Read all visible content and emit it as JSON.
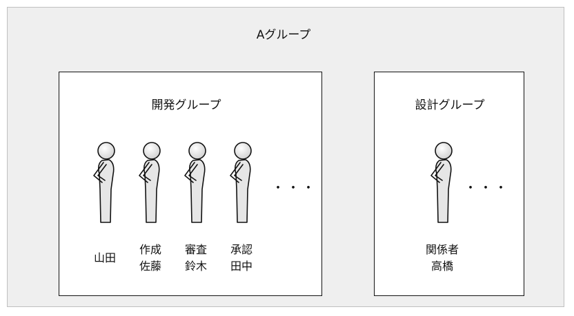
{
  "outer_group": {
    "title": "Aグループ",
    "background": "#efefef"
  },
  "groups": [
    {
      "title": "開発グループ",
      "members": [
        {
          "name": "山田"
        },
        {
          "name": "作成\n佐藤"
        },
        {
          "name": "審査\n鈴木"
        },
        {
          "name": "承認\n田中"
        }
      ],
      "more": "・・・"
    },
    {
      "title": "設計グループ",
      "members": [
        {
          "name": "関係者\n高橋"
        }
      ],
      "more": "・・・"
    }
  ],
  "colors": {
    "figure_fill": "#e6e6e6",
    "stroke": "#111111"
  },
  "icons": [
    "person-icon"
  ]
}
